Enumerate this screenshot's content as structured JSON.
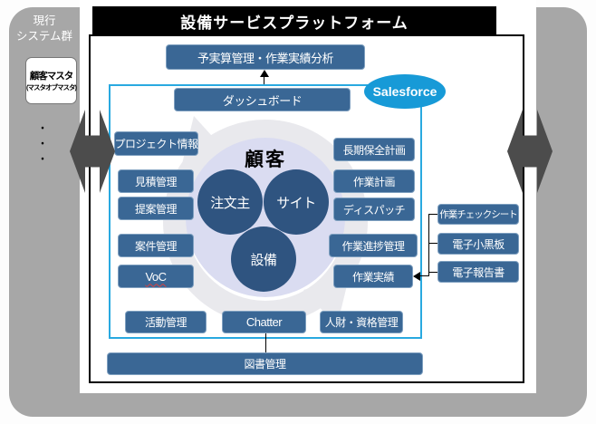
{
  "palette": {
    "box_blue": "#3a6795",
    "circle_navy": "#2f5480",
    "lavender": "#dadcf1",
    "cyan_frame": "#29a9e0",
    "salesforce_blue": "#179ad7",
    "sidebar_gray": "#a7a7a7",
    "arrow_gray": "#4c4c4c",
    "header_black": "#000000"
  },
  "left_panel": {
    "title": "現行\nシステム群",
    "title_line1": "現行",
    "title_line2": "システム群",
    "master_box": {
      "line1": "顧客マスタ",
      "line2": "(マスタオブマスタ)"
    },
    "dot": "・"
  },
  "header": {
    "title": "設備サービスプラットフォーム"
  },
  "top_boxes": {
    "analysis": "予実算管理・作業実績分析",
    "dashboard": "ダッシュボード"
  },
  "salesforce_label": "Salesforce",
  "center": {
    "customer_label": "顧客",
    "circles": [
      {
        "label": "注文主"
      },
      {
        "label": "サイト"
      },
      {
        "label": "設備"
      }
    ]
  },
  "left_column": [
    "プロジェクト情報",
    "見積管理",
    "提案管理",
    "案件管理",
    "VoC"
  ],
  "right_column": [
    "長期保全計画",
    "作業計画",
    "ディスパッチ",
    "作業進捗管理",
    "作業実績"
  ],
  "outer_right_column": [
    "作業チェックシート",
    "電子小黒板",
    "電子報告書"
  ],
  "bottom_row": [
    "活動管理",
    "Chatter",
    "人財・資格管理"
  ],
  "bottom_bar": "図書管理"
}
